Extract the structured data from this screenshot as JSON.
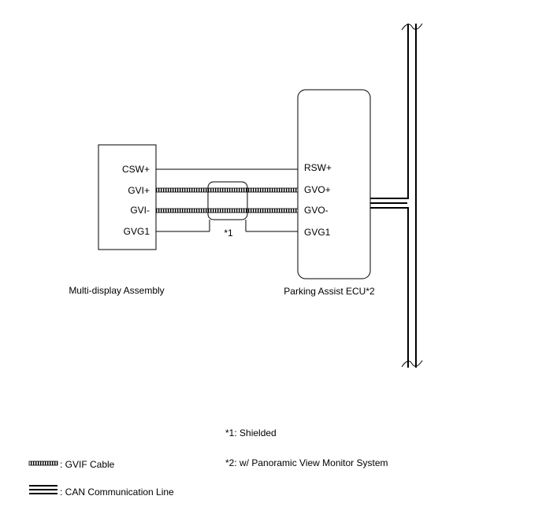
{
  "multi_display": {
    "name": "Multi-display Assembly",
    "pins": [
      "CSW+",
      "GVI+",
      "GVI-",
      "GVG1"
    ]
  },
  "parking_ecu": {
    "name": "Parking Assist ECU*2",
    "pins": [
      "RSW+",
      "GVO+",
      "GVO-",
      "GVG1"
    ]
  },
  "shield_label": "*1",
  "notes": {
    "shielded": "*1: Shielded",
    "panoramic": "*2: w/ Panoramic View Monitor System"
  },
  "legend": {
    "gvif": ": GVIF Cable",
    "can": ": CAN Communication Line"
  }
}
